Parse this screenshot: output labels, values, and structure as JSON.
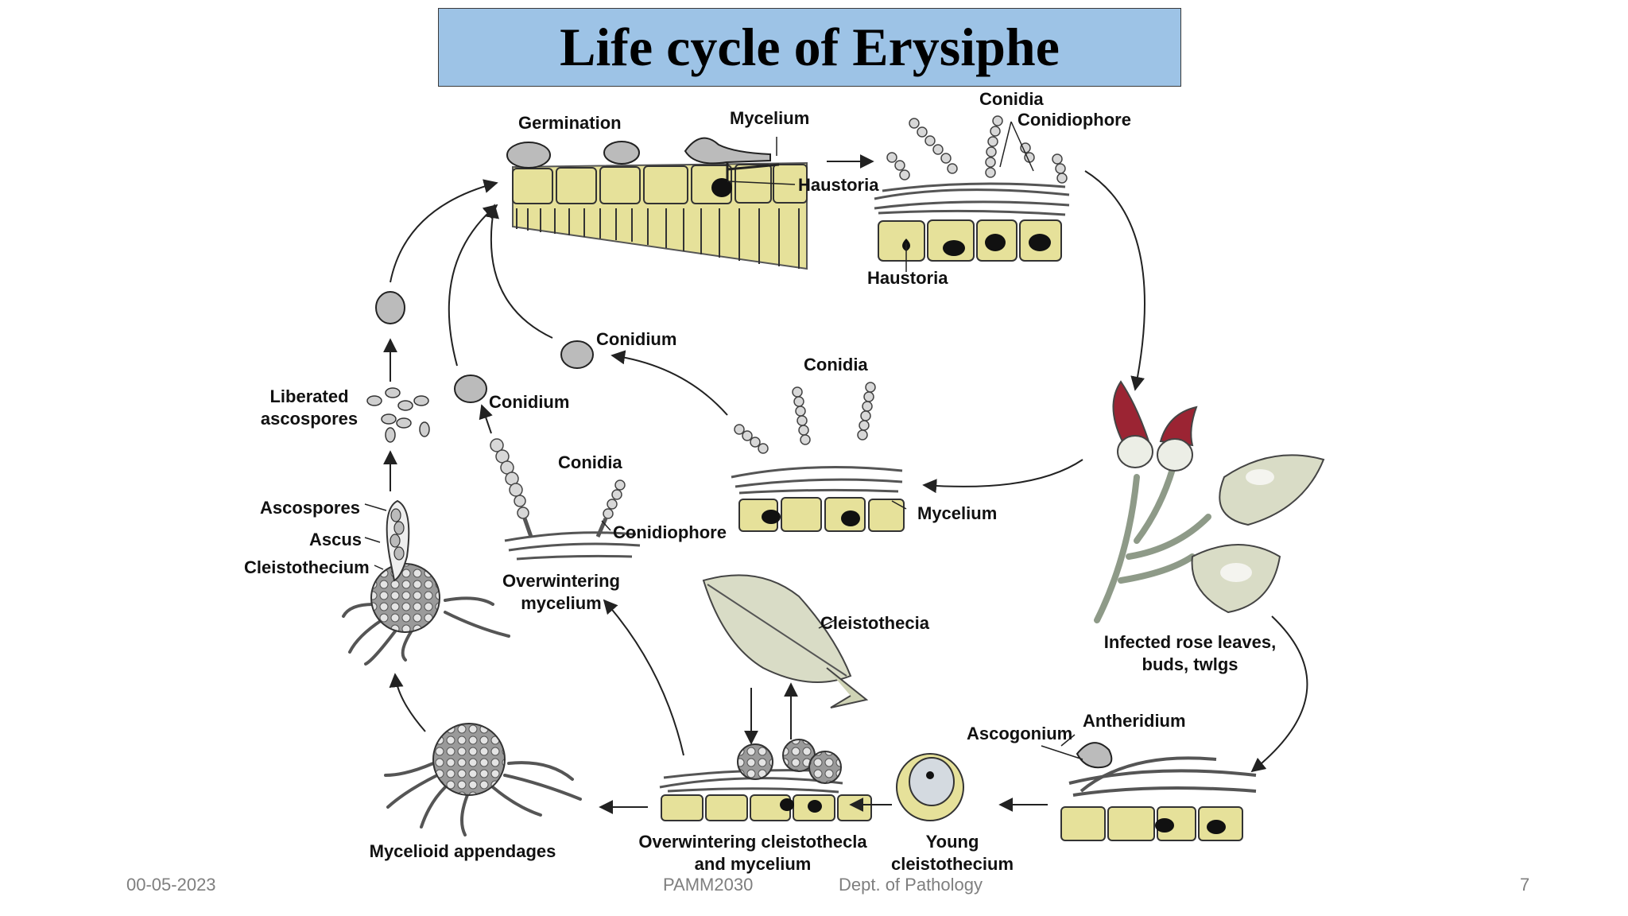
{
  "slide": {
    "title": "Life cycle of Erysiphe",
    "footer": {
      "date": "00-05-2023",
      "code": "PAMM2030",
      "department": "Dept. of Pathology",
      "page_number": "7"
    }
  },
  "labels": {
    "germination": "Germination",
    "mycelium_top": "Mycelium",
    "haustoria_top": "Haustoria",
    "conidia_top": "Conidia",
    "conidiophore_top": "Conidiophore",
    "haustoria_right": "Haustoria",
    "conidium_upper": "Conidium",
    "conidium_lower": "Conidium",
    "conidia_center": "Conidia",
    "mycelium_center": "Mycelium",
    "liberated_1": "Liberated",
    "liberated_2": "ascospores",
    "conidia_left": "Conidia",
    "conidiophore_left": "Conidiophore",
    "ascospores": "Ascospores",
    "ascus": "Ascus",
    "cleistothecium": "Cleistothecium",
    "overwintering_1": "Overwintering",
    "overwintering_2": "mycelium",
    "cleistothecia": "Cleistothecia",
    "infected_1": "Infected rose leaves,",
    "infected_2": "buds, twlgs",
    "ascogonium": "Ascogonium",
    "antheridium": "Antheridium",
    "mycelioid": "Mycelioid appendages",
    "ow_cleisto_1": "Overwintering cleistothecla",
    "ow_cleisto_2": "and mycelium",
    "young_1": "Young",
    "young_2": "cleistothecium"
  },
  "colors": {
    "title_bg": "#9dc3e6",
    "cell_fill": "#e6e19a",
    "bud_red": "#9b2433",
    "leaf_green": "#d9dcc6"
  }
}
